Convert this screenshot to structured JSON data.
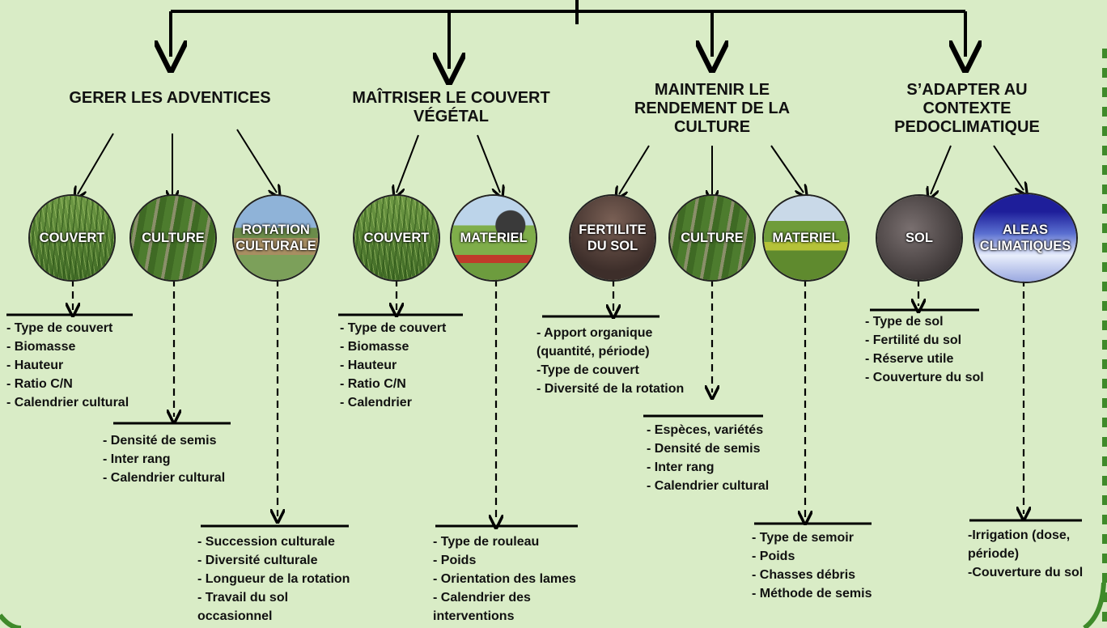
{
  "headings": [
    "GERER LES ADVENTICES",
    "MAÎTRISER LE COUVERT\nVÉGÉTAL",
    "MAINTENIR LE\nRENDEMENT DE LA\nCULTURE",
    "S’ADAPTER AU\nCONTEXTE\nPEDOCLIMATIQUE"
  ],
  "circles": [
    "COUVERT",
    "CULTURE",
    "ROTATION\nCULTURALE",
    "COUVERT",
    "MATERIEL",
    "FERTILITE\nDU SOL",
    "CULTURE",
    "MATERIEL",
    "SOL",
    "ALEAS\nCLIMATIQUES"
  ],
  "lists": [
    "- Type de couvert\n- Biomasse\n- Hauteur\n- Ratio C/N\n- Calendrier cultural",
    "- Densité de semis\n- Inter rang\n- Calendrier cultural",
    "- Succession culturale\n- Diversité culturale\n- Longueur de la rotation\n- Travail du sol\noccasionnel",
    "- Type de couvert\n- Biomasse\n- Hauteur\n- Ratio C/N\n- Calendrier",
    "- Type de rouleau\n- Poids\n- Orientation des lames\n- Calendrier des\ninterventions",
    "- Apport organique\n(quantité, période)\n-Type de couvert\n- Diversité de la rotation",
    "- Espèces, variétés\n- Densité de semis\n- Inter rang\n- Calendrier cultural",
    "- Type de semoir\n- Poids\n- Chasses débris\n- Méthode de semis",
    "- Type de sol\n- Fertilité du sol\n- Réserve utile\n- Couverture du sol",
    "-Irrigation (dose,\npériode)\n-Couverture du sol"
  ]
}
